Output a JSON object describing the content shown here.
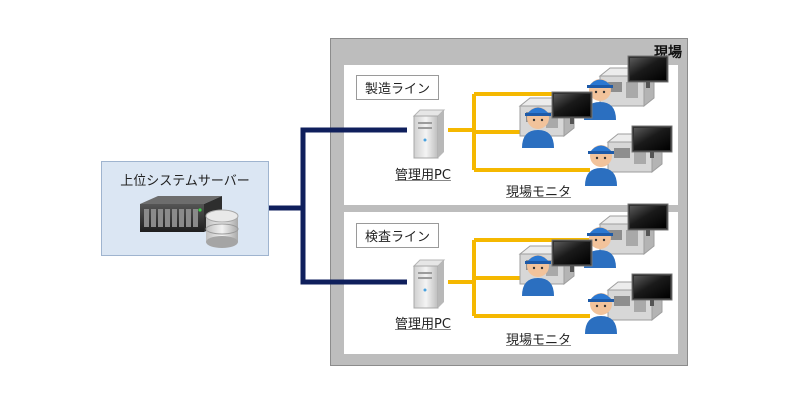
{
  "site": {
    "title": "現場"
  },
  "server": {
    "title": "上位システムサーバー"
  },
  "lines": [
    {
      "label": "製造ライン",
      "pc_label": "管理用PC",
      "monitor_label": "現場モニタ"
    },
    {
      "label": "検査ライン",
      "pc_label": "管理用PC",
      "monitor_label": "現場モニタ"
    }
  ],
  "colors": {
    "uplink": "#0f1f5c",
    "branch": "#f5b800",
    "site_bg": "#bdbdbd",
    "server_bg": "#dbe6f3"
  }
}
